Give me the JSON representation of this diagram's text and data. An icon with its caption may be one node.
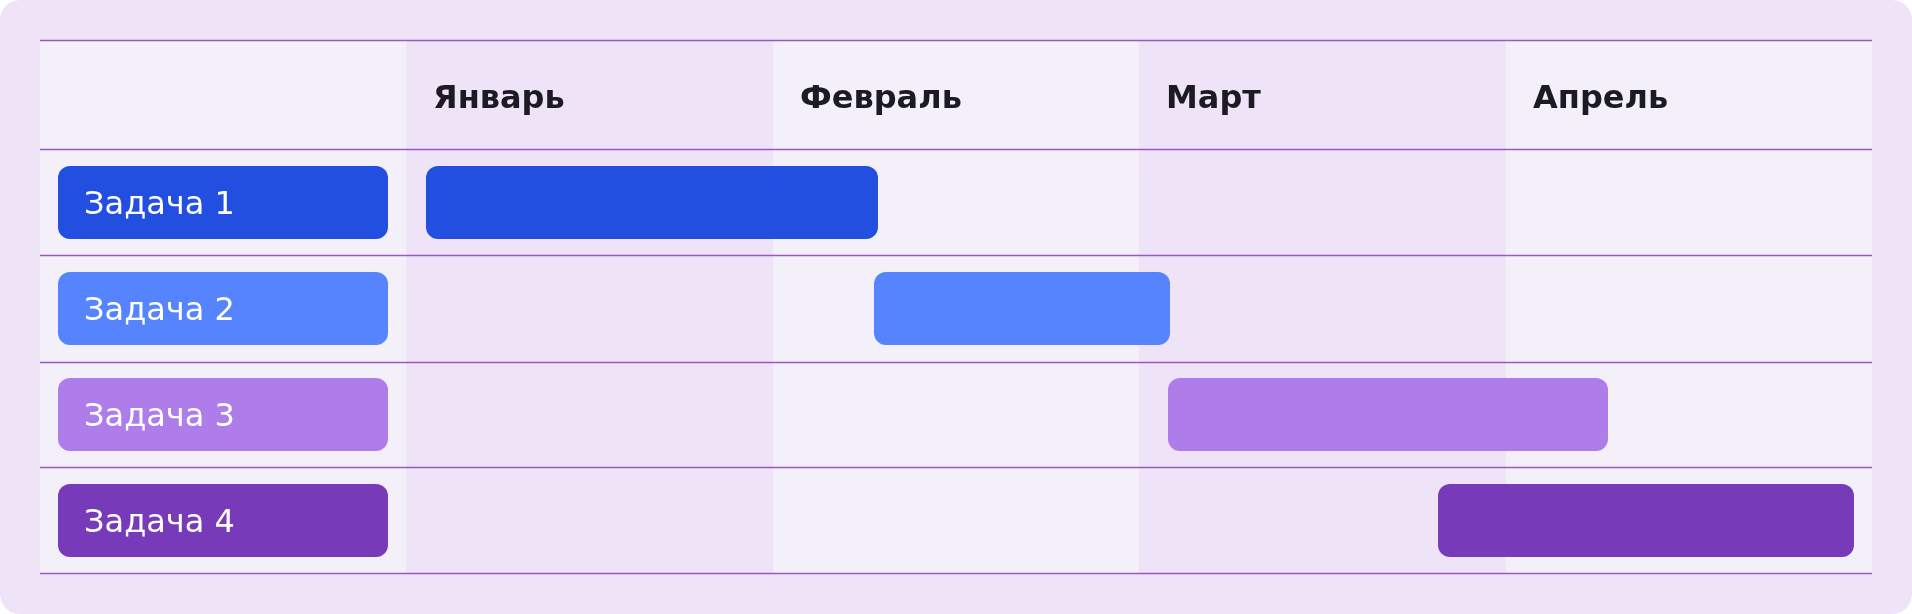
{
  "diagram": {
    "nodes": [
      {
        "text": [
          "Задача 1"
        ]
      },
      {
        "text": [],
        "shape": "bar"
      },
      {
        "text": [
          "Задача 2"
        ]
      },
      {
        "text": [],
        "shape": "bar"
      },
      {
        "text": [
          "Задача 3"
        ]
      },
      {
        "text": [],
        "shape": "bar"
      },
      {
        "text": [
          "Задача 4"
        ]
      },
      {
        "text": [],
        "shape": "bar"
      }
    ],
    "labels": [
      "Январь",
      "Февраль",
      "Март",
      "Апрель"
    ]
  }
}
